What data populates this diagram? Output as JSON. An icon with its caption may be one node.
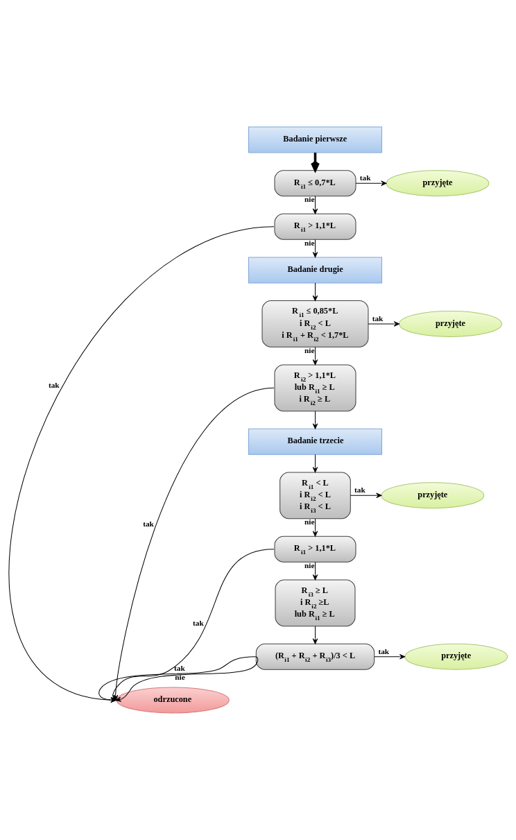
{
  "diagram": {
    "nodes": [
      {
        "text": [
          "Badanie pierwsze"
        ]
      },
      {
        "text": [
          "R$_{i1}$ ≤ 0,7*L"
        ]
      },
      {
        "text": [
          "przyjęte"
        ]
      },
      {
        "text": [
          "R$_{i1}$ > 1,1*L"
        ]
      },
      {
        "text": [
          "Badanie drugie"
        ]
      },
      {
        "text": [
          "R$_{i1}$ ≤ 0,85*L",
          "i R$_{i2}$ < L",
          "i R$_{i1}$ + R$_{i2}$ < 1,7*L"
        ]
      },
      {
        "text": [
          "przyjęte"
        ]
      },
      {
        "text": [
          "R$_{i2}$ > 1,1*L",
          "lub R$_{i1}$ ≥ L",
          "i R$_{i2}$ ≥ L"
        ]
      },
      {
        "text": [
          "Badanie trzecie"
        ]
      },
      {
        "text": [
          "R$_{i1}$ < L",
          "i R$_{i2}$ < L",
          "i R$_{i3}$ < L"
        ]
      },
      {
        "text": [
          "przyjęte"
        ]
      },
      {
        "text": [
          "R$_{i1}$ > 1,1*L"
        ]
      },
      {
        "text": [
          "R$_{i3}$ ≥ L",
          "i R$_{i2}$ ≥L",
          "lub R$_{i1}$ ≥ L"
        ]
      },
      {
        "text": [
          "(R$_{i1}$ + R$_{i2}$ + R$_{i3}$)/3 < L"
        ]
      },
      {
        "text": [
          "przyjęte"
        ]
      },
      {
        "text": [
          "odrzucone"
        ]
      }
    ],
    "edges": [
      {
        "from": 0,
        "to": 1,
        "arrow": "to",
        "style": "thick"
      },
      {
        "from": 1,
        "to": 2,
        "arrow": "to",
        "label": "tak"
      },
      {
        "from": 1,
        "to": 3,
        "arrow": "to",
        "label": "nie"
      },
      {
        "from": 3,
        "to": 15,
        "arrow": "to",
        "label": "tak"
      },
      {
        "from": 3,
        "to": 4,
        "arrow": "to",
        "label": "nie"
      },
      {
        "from": 4,
        "to": 5,
        "arrow": "to"
      },
      {
        "from": 5,
        "to": 6,
        "arrow": "to",
        "label": "tak"
      },
      {
        "from": 5,
        "to": 7,
        "arrow": "to",
        "label": "nie"
      },
      {
        "from": 7,
        "to": 15,
        "arrow": "to",
        "label": "tak"
      },
      {
        "from": 7,
        "to": 8,
        "arrow": "to"
      },
      {
        "from": 8,
        "to": 9,
        "arrow": "to"
      },
      {
        "from": 9,
        "to": 10,
        "arrow": "to",
        "label": "tak"
      },
      {
        "from": 9,
        "to": 11,
        "arrow": "to",
        "label": "nie"
      },
      {
        "from": 11,
        "to": 15,
        "arrow": "to",
        "label": "tak"
      },
      {
        "from": 11,
        "to": 12,
        "arrow": "to",
        "label": "nie"
      },
      {
        "from": 12,
        "to": 13,
        "arrow": "to"
      },
      {
        "from": 13,
        "to": 15,
        "arrow": "to",
        "label": "tak"
      },
      {
        "from": 13,
        "to": 14,
        "arrow": "to",
        "label": "tak"
      },
      {
        "from": 13,
        "to": 15,
        "arrow": "to",
        "label": "nie"
      }
    ]
  }
}
